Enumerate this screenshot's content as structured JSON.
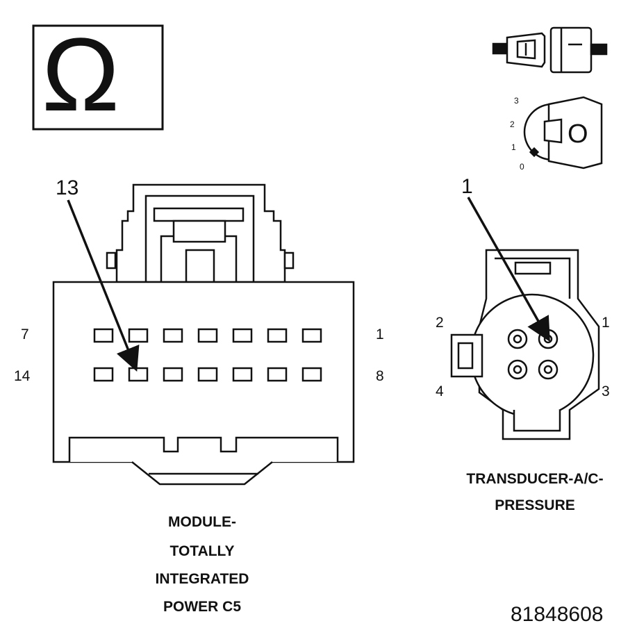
{
  "ohm_symbol": "Ω",
  "module_connector": {
    "callout": "13",
    "pin_labels": {
      "top_left": "7",
      "top_right": "1",
      "bottom_left": "14",
      "bottom_right": "8"
    },
    "caption": [
      "MODULE-",
      "TOTALLY",
      "INTEGRATED",
      "POWER C5"
    ]
  },
  "transducer_connector": {
    "callout": "1",
    "pin_labels": {
      "top_left": "2",
      "top_right": "1",
      "bottom_left": "4",
      "bottom_right": "3"
    },
    "caption": [
      "TRANSDUCER-A/C-",
      "PRESSURE"
    ]
  },
  "ignition": {
    "positions": [
      "3",
      "2",
      "1",
      "0"
    ],
    "key_letter": "O"
  },
  "figure_id": "81848608"
}
